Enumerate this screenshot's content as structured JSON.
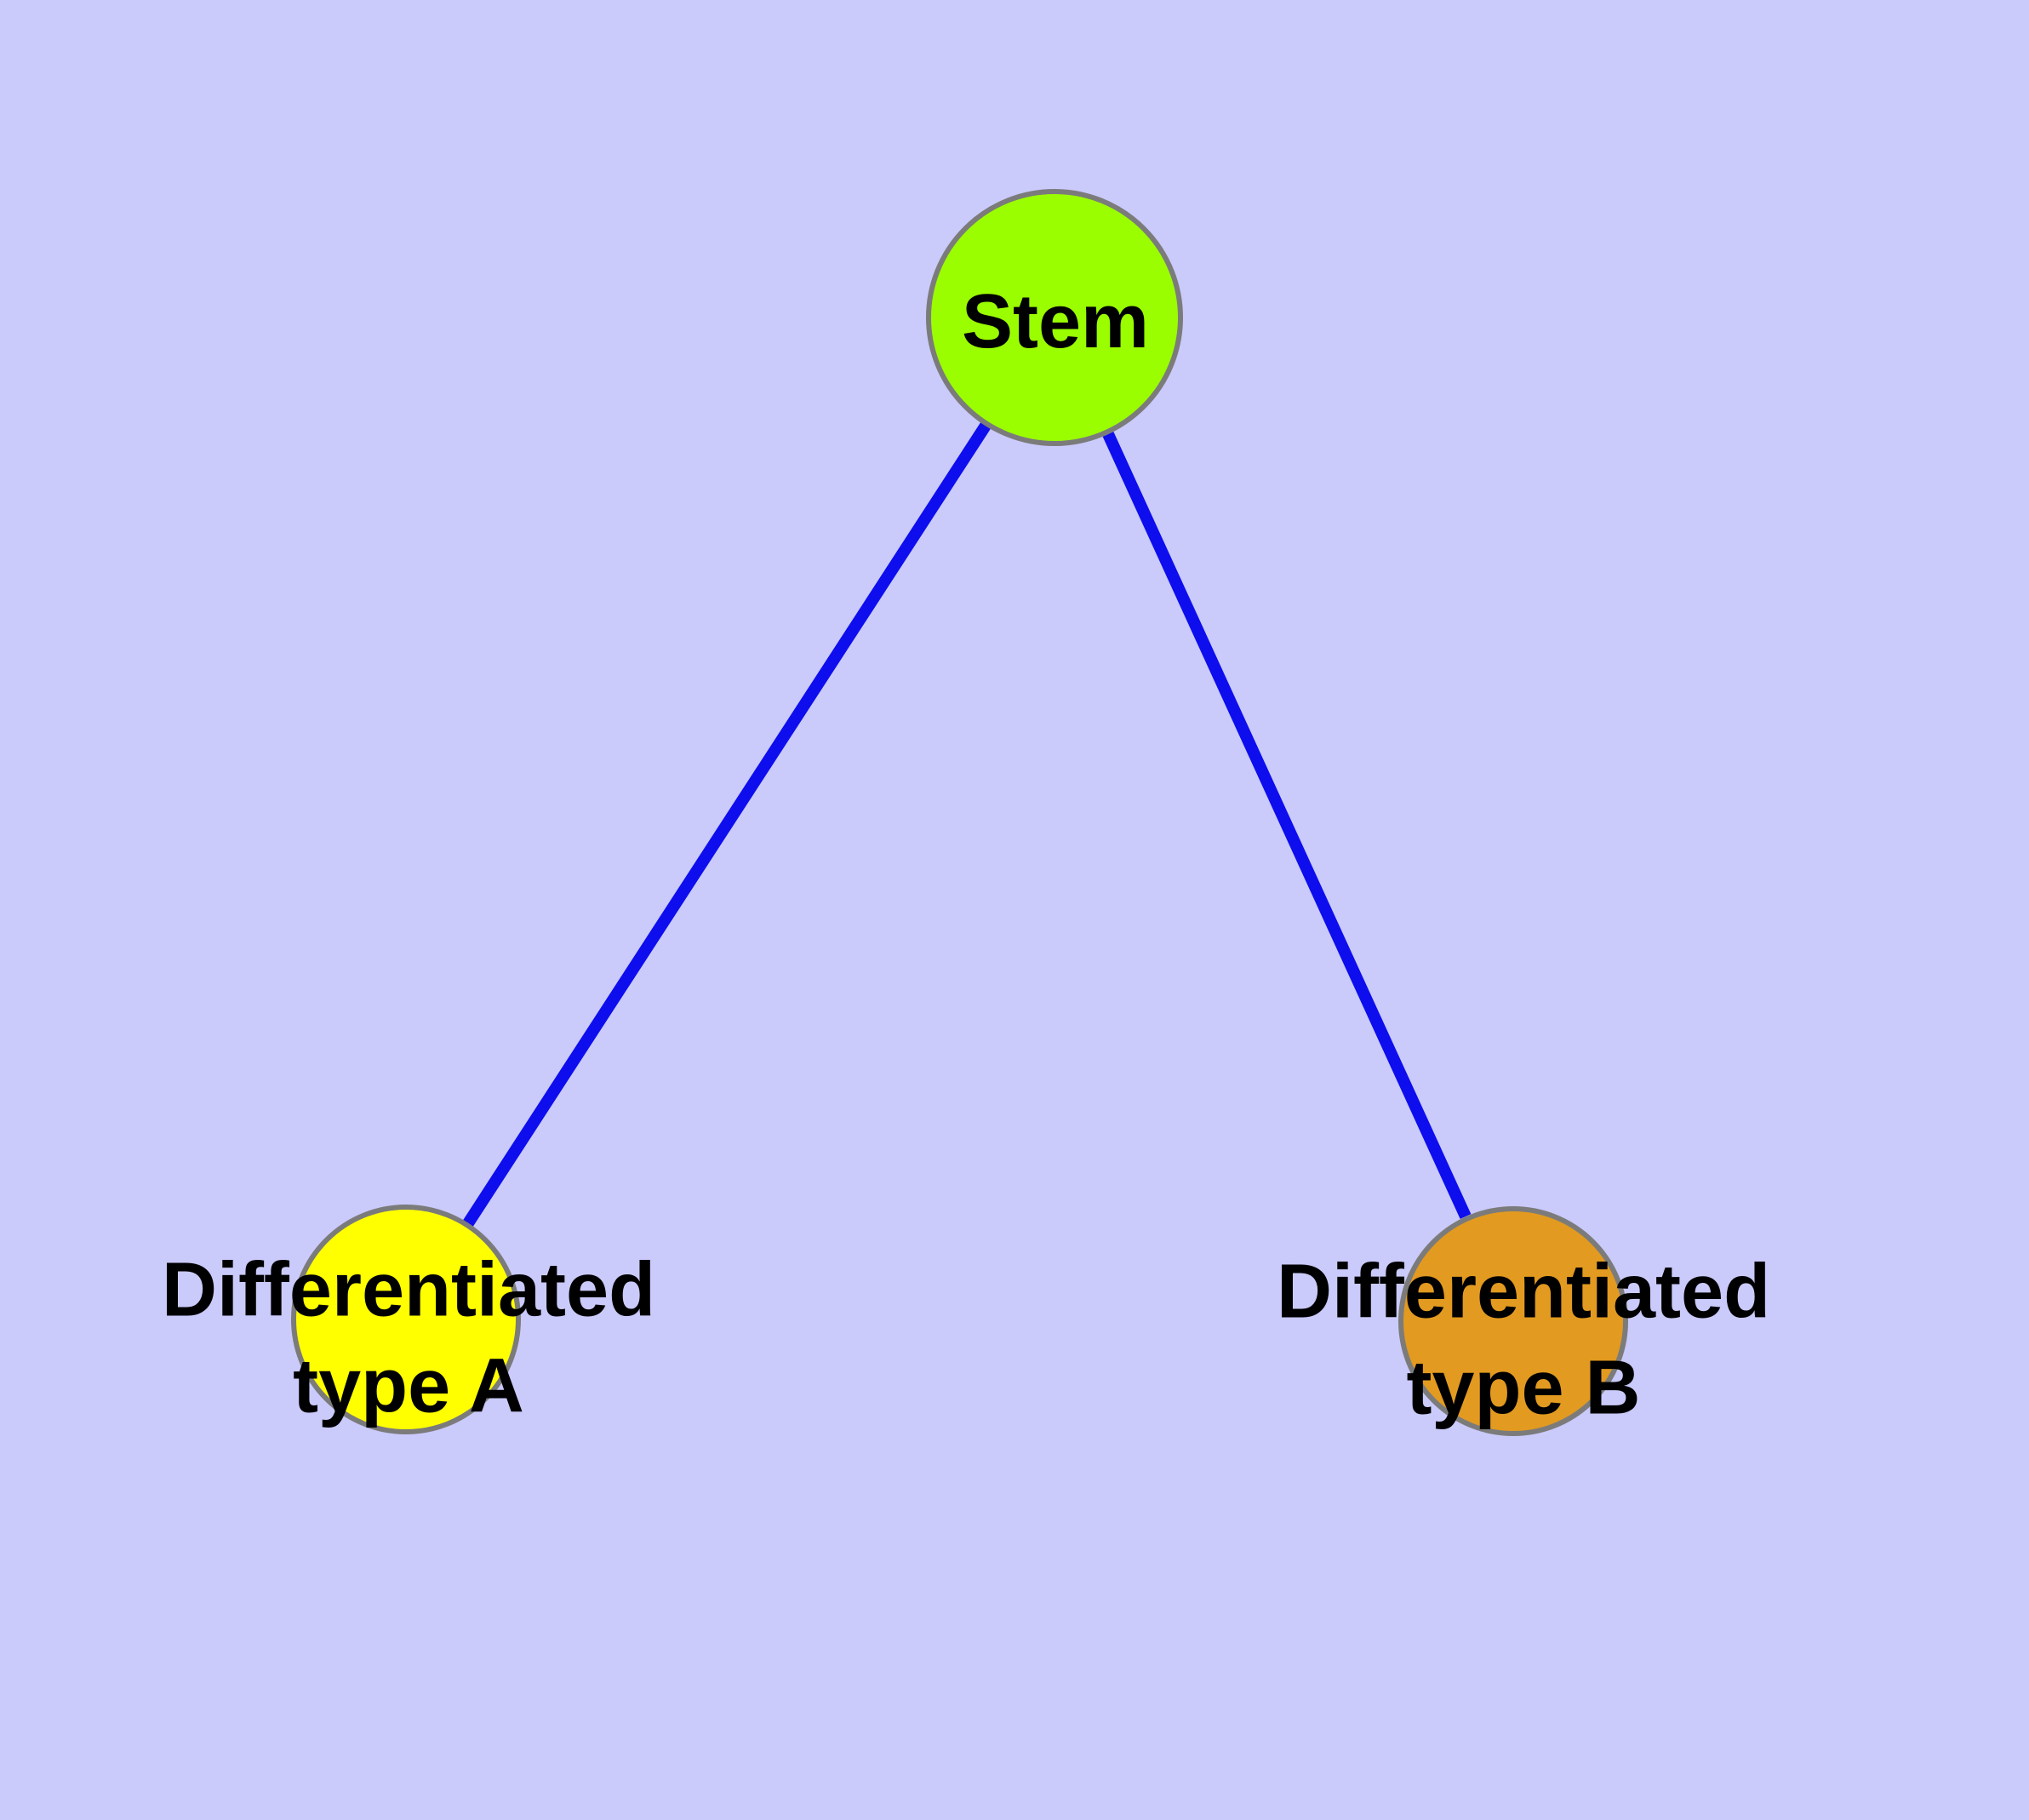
{
  "diagram": {
    "background_color": "#cacafb",
    "edge_color": "#0d0dee",
    "node_border_color": "#7b7b7b",
    "label_color": "#000000",
    "nodes": [
      {
        "id": "stem",
        "label": "Stem",
        "fill": "#9afe00"
      },
      {
        "id": "differentiated-type-a",
        "label": "Differentiated\ntype A",
        "fill": "#ffff00"
      },
      {
        "id": "differentiated-type-b",
        "label": "Differentiated\ntype B",
        "fill": "#e29a20"
      }
    ],
    "edges": [
      {
        "from": "stem",
        "to": "differentiated-type-a"
      },
      {
        "from": "stem",
        "to": "differentiated-type-b"
      }
    ]
  }
}
